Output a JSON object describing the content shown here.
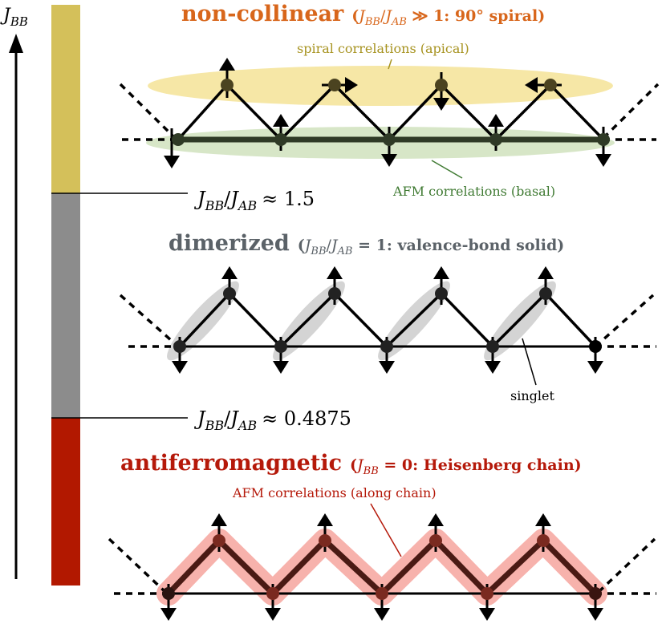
{
  "axis": {
    "label_main": "J",
    "label_sub": "BB"
  },
  "colors": {
    "noncollinear": "#d8661b",
    "dimerized": "#5b6268",
    "antiferro": "#b5190a",
    "bar_top": "#d4c05a",
    "bar_mid": "#8c8c8c",
    "bar_bottom": "#b21800",
    "spiral_ellipse": "#f6e7a6",
    "basal_ellipse": "#d7e6c7",
    "spiral_text": "#a79320",
    "basal_text": "#3f7a32",
    "singlet_ellipse": "#cfcfcf",
    "afm_glow": "#f5a8a2"
  },
  "thresholds": {
    "upper": {
      "j": "J",
      "bb": "BB",
      "slash": "/",
      "ab": "AB",
      "rel": "≈ 1.5"
    },
    "lower": {
      "j": "J",
      "bb": "BB",
      "slash": "/",
      "ab": "AB",
      "rel": "≈ 0.4875"
    }
  },
  "phases": {
    "noncollinear": {
      "name": "non-collinear",
      "paren_open": "(",
      "j": "J",
      "bb": "BB",
      "slash": "/",
      "ab": "AB",
      "rest": " ≫ 1: 90° spiral)",
      "annot_apical": "spiral correlations (apical)",
      "annot_basal": "AFM correlations (basal)"
    },
    "dimerized": {
      "name": "dimerized",
      "paren_open": "(",
      "j": "J",
      "bb": "BB",
      "slash": "/",
      "ab": "AB",
      "rest": " = 1: valence-bond solid)",
      "annot": "singlet"
    },
    "antiferro": {
      "name": "antiferromagnetic",
      "paren_open": "(",
      "j": "J",
      "bb": "BB",
      "rest": " = 0: Heisenberg chain)",
      "annot": "AFM correlations (along chain)"
    }
  }
}
